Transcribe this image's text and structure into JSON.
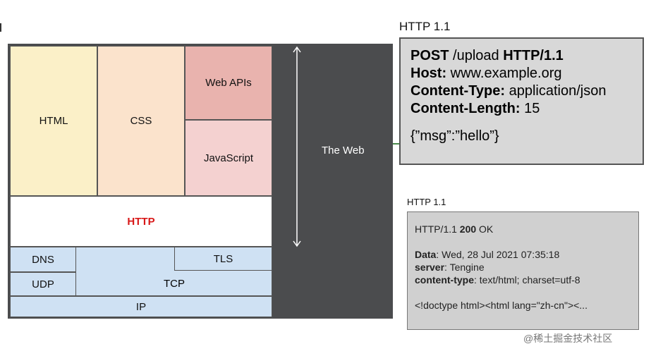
{
  "diagram": {
    "html": "HTML",
    "css": "CSS",
    "web_apis": "Web APIs",
    "javascript": "JavaScript",
    "http": "HTTP",
    "dns": "DNS",
    "udp": "UDP",
    "tls": "TLS",
    "tcp": "TCP",
    "ip": "IP",
    "the_web": "The Web"
  },
  "request_panel": {
    "title": "HTTP 1.1",
    "method": "POST",
    "path": " /upload ",
    "version": "HTTP/1.1",
    "host_key": "Host:",
    "host_val": " www.example.org",
    "ctype_key": "Content-Type:",
    "ctype_val": " application/json",
    "clen_key": "Content-Length:",
    "clen_val": " 15",
    "body": "{”msg”:”hello”}"
  },
  "response_panel": {
    "title": "HTTP 1.1",
    "status_prefix": "HTTP/1.1 ",
    "status_code": "200",
    "status_text": " OK",
    "date_key": "Data",
    "date_val": ": Wed, 28 Jul 2021 07:35:18",
    "server_key": "server",
    "server_val": ": Tengine",
    "ctype_key": "content-type",
    "ctype_val": ": text/html; charset=utf-8",
    "body": "<!doctype html><html lang=\"zh-cn\"><..."
  },
  "watermark": "@稀土掘金技术社区",
  "colors": {
    "http_label": "#d81818",
    "stack_bg": "#4b4c4e"
  }
}
